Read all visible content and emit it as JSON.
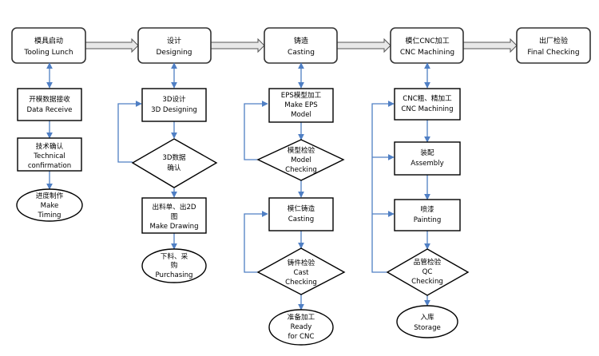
{
  "stages": [
    {
      "id": "tooling",
      "lines": [
        "模具启动",
        "Tooling Lunch"
      ]
    },
    {
      "id": "designing",
      "lines": [
        "设计",
        "Designing"
      ]
    },
    {
      "id": "casting",
      "lines": [
        "铸造",
        "Casting"
      ]
    },
    {
      "id": "cnc",
      "lines": [
        "模仁CNC加工",
        "CNC Machining"
      ]
    },
    {
      "id": "final",
      "lines": [
        "出厂检验",
        "Final Checking"
      ]
    }
  ],
  "col1": [
    {
      "lines": [
        "开模数据接收",
        "Data Receive"
      ]
    },
    {
      "lines": [
        "技术确认",
        "Technical",
        "confirmation"
      ]
    },
    {
      "lines": [
        "进度制作",
        "Make",
        "Timing"
      ]
    }
  ],
  "col2": [
    {
      "lines": [
        "3D设计",
        "3D Designing"
      ]
    },
    {
      "lines": [
        "3D数据",
        "确认"
      ]
    },
    {
      "lines": [
        "出料单、出2D",
        "图",
        "Make Drawing"
      ]
    },
    {
      "lines": [
        "下料、采",
        "购",
        "Purchasing"
      ]
    }
  ],
  "col3": [
    {
      "lines": [
        "EPS模型加工",
        "Make EPS",
        "Model"
      ]
    },
    {
      "lines": [
        "模型检验",
        "Model",
        "Checking"
      ]
    },
    {
      "lines": [
        "模仁铸造",
        "Casting"
      ]
    },
    {
      "lines": [
        "铸件检验",
        "Cast",
        "Checking"
      ]
    },
    {
      "lines": [
        "准备加工",
        "Ready",
        "for CNC"
      ]
    }
  ],
  "col4": [
    {
      "lines": [
        "CNC粗、精加工",
        "CNC Machining"
      ]
    },
    {
      "lines": [
        "装配",
        "Assembly"
      ]
    },
    {
      "lines": [
        "喷漆",
        "Painting"
      ]
    },
    {
      "lines": [
        "品管检验",
        "QC",
        "Checking"
      ]
    },
    {
      "lines": [
        "入库",
        "Storage"
      ]
    }
  ],
  "colors": {
    "connector": "#4f7fc4",
    "stroke": "#000000",
    "big_arrow_fill": "#e8e8e8"
  }
}
